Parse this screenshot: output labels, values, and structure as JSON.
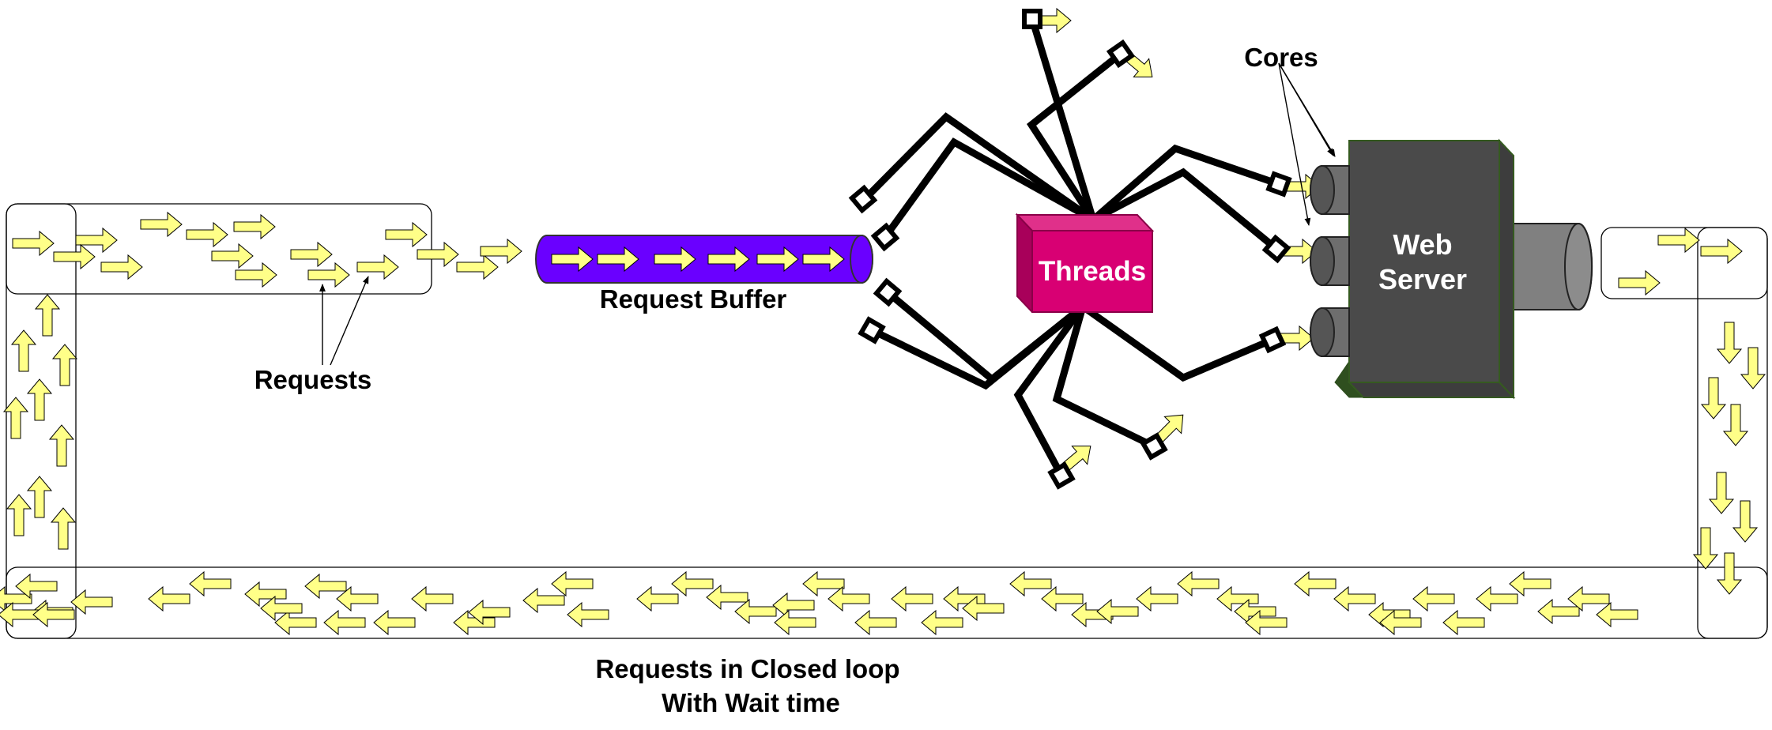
{
  "labels": {
    "requests": "Requests",
    "request_buffer": "Request Buffer",
    "threads": "Threads",
    "cores": "Cores",
    "web_server_line1": "Web",
    "web_server_line2": "Server",
    "closed_loop_line1": "Requests in Closed loop",
    "closed_loop_line2": "With Wait time"
  },
  "colors": {
    "request_arrow": "#ffff88",
    "request_buffer": "#6a00ff",
    "threads_box": "#d80073",
    "web_server": "#4a4a4a",
    "core": "#6e6e6e",
    "server_disk": "#808080"
  },
  "icons": {
    "request": "right-arrow-icon",
    "thread_end": "socket-icon"
  }
}
